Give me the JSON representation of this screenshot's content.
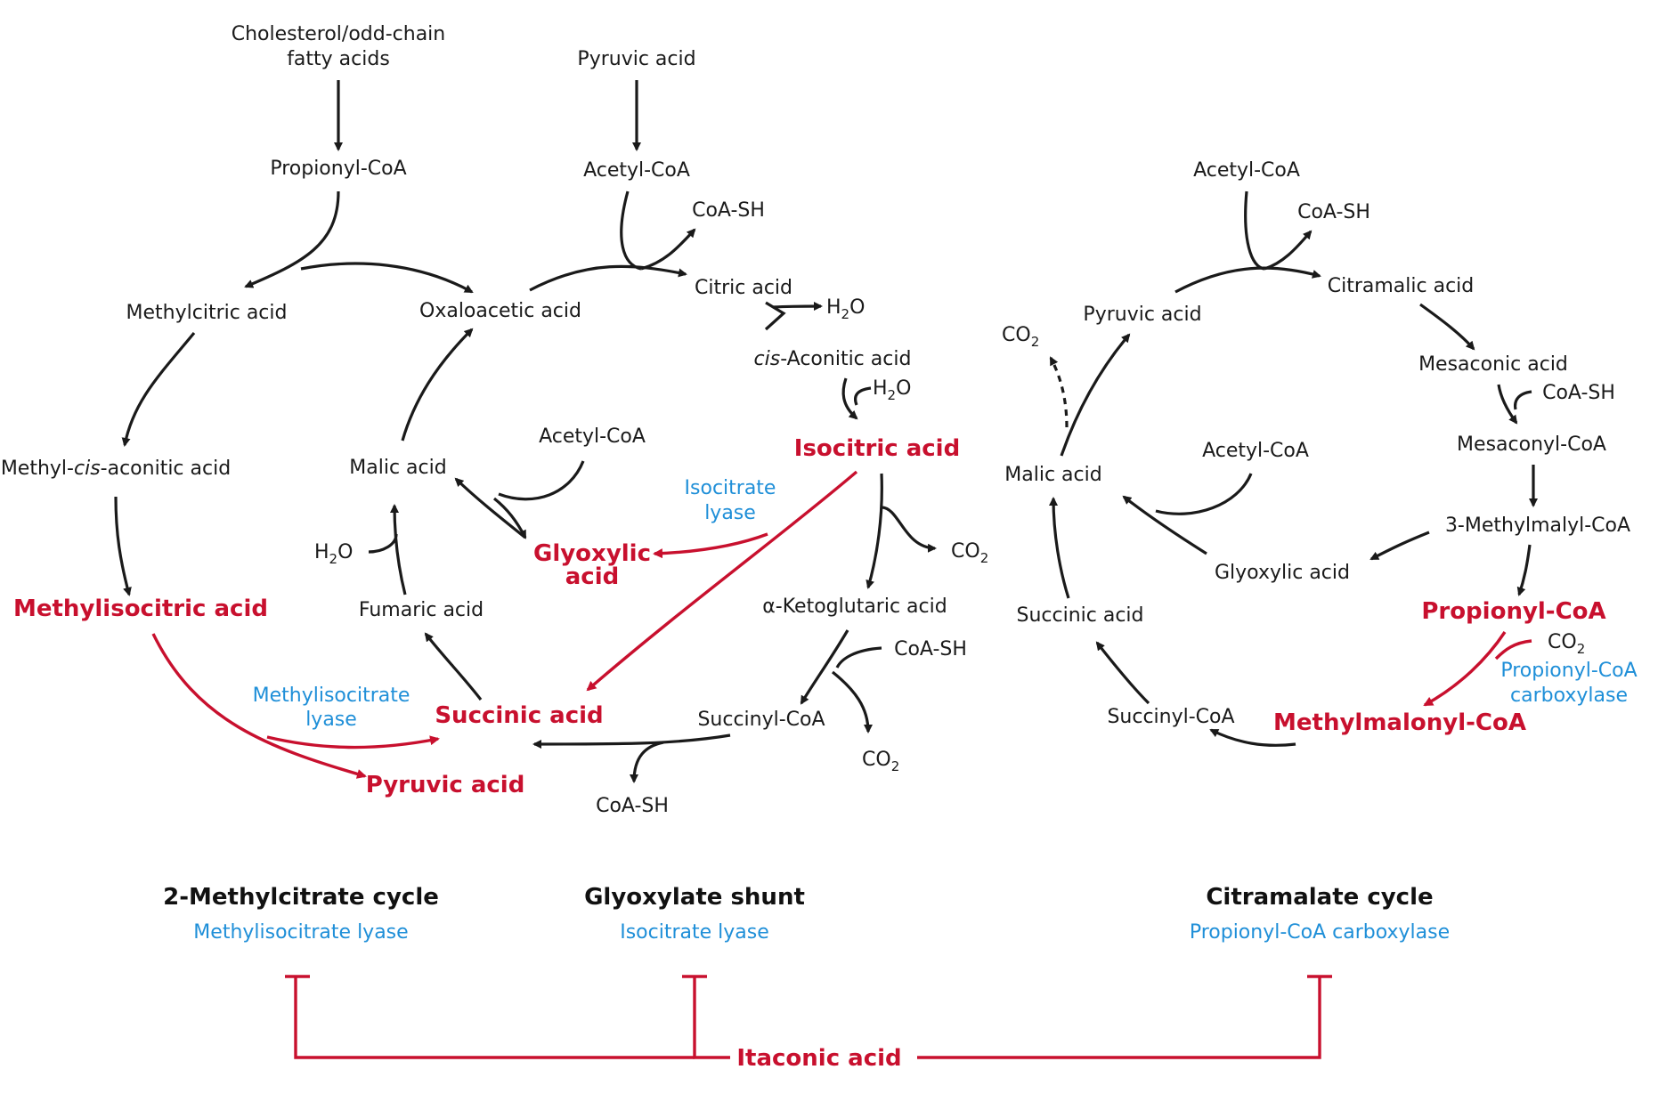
{
  "methylcitrate": {
    "cholesterol": "Cholesterol/odd-chain",
    "fatty_acids": "fatty acids",
    "propionyl_coa": "Propionyl-CoA",
    "methylcitric_acid": "Methylcitric acid",
    "methyl_cis_aconitic_prefix": "Methyl-",
    "methyl_cis_aconitic_italic": "cis",
    "methyl_cis_aconitic_suffix": "-aconitic acid",
    "methylisocitric_acid": "Methylisocitric acid",
    "methylisocitrate_lyase_1": "Methylisocitrate",
    "methylisocitrate_lyase_2": "lyase",
    "pyruvic_acid": "Pyruvic acid"
  },
  "tca": {
    "pyruvic_acid": "Pyruvic acid",
    "acetyl_coa": "Acetyl-CoA",
    "coa_sh_top": "CoA-SH",
    "citric_acid": "Citric acid",
    "h2o_1": "H",
    "h2o_2": "H",
    "cis_aconitic_italic": "cis",
    "cis_aconitic_suffix": "-Aconitic acid",
    "isocitric_acid": "Isocitric acid",
    "co2_1": "CO",
    "alpha_ketoglutaric": "α-Ketoglutaric acid",
    "coa_sh_mid": "CoA-SH",
    "co2_2": "CO",
    "succinyl_coa": "Succinyl-CoA",
    "coa_sh_bottom": "CoA-SH",
    "succinic_acid": "Succinic acid",
    "fumaric_acid": "Fumaric acid",
    "h2o_3": "H",
    "malic_acid": "Malic acid",
    "oxaloacetic_acid": "Oxaloacetic acid",
    "acetyl_coa_shunt": "Acetyl-CoA",
    "glyoxylic_1": "Glyoxylic",
    "glyoxylic_2": "acid",
    "isocitrate_lyase_1": "Isocitrate",
    "isocitrate_lyase_2": "lyase"
  },
  "citramalate": {
    "acetyl_coa": "Acetyl-CoA",
    "coa_sh_top": "CoA-SH",
    "citramalic_acid": "Citramalic acid",
    "mesaconic_acid": "Mesaconic acid",
    "coa_sh_mid": "CoA-SH",
    "mesaconyl_coa": "Mesaconyl-CoA",
    "methylmalyl_coa": "3-Methylmalyl-CoA",
    "propionyl_coa": "Propionyl-CoA",
    "co2": "CO",
    "carboxylase_1": "Propionyl-CoA",
    "carboxylase_2": "carboxylase",
    "methylmalonyl_coa": "Methylmalonyl-CoA",
    "succinyl_coa": "Succinyl-CoA",
    "succinic_acid": "Succinic acid",
    "malic_acid": "Malic acid",
    "pyruvic_acid": "Pyruvic acid",
    "co2_left": "CO",
    "acetyl_coa_inner": "Acetyl-CoA",
    "glyoxylic_acid": "Glyoxylic acid"
  },
  "subscripts": {
    "two": "2"
  },
  "legend": {
    "cycle1_title": "2-Methylcitrate cycle",
    "cycle1_enzyme": "Methylisocitrate lyase",
    "cycle2_title": "Glyoxylate shunt",
    "cycle2_enzyme": "Isocitrate lyase",
    "cycle3_title": "Citramalate cycle",
    "cycle3_enzyme": "Propionyl-CoA carboxylase",
    "inhibitor": "Itaconic acid"
  },
  "colors": {
    "highlight": "#c8102e",
    "enzyme": "#1f8fd8",
    "text": "#1a1a1a"
  }
}
